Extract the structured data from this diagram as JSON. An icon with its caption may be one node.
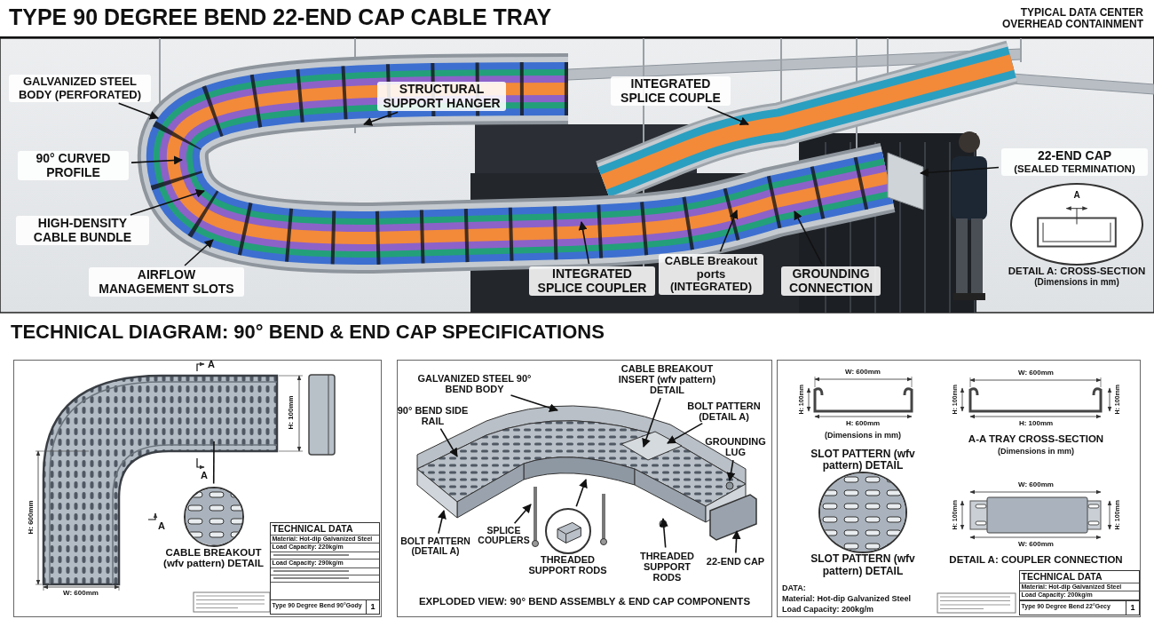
{
  "diagram": {
    "title": "TYPE 90 DEGREE BEND 22-END CAP CABLE TRAY",
    "nodes": [
      {
        "text": [
          "GALVANIZED STEEL BODY (PERFORATED)"
        ]
      },
      {
        "text": [
          "STRUCTURAL SUPPORT HANGER"
        ]
      },
      {
        "text": [
          "INTEGRATED SPLICE COUPLE"
        ]
      },
      {
        "text": [
          "90° CURVED PROFILE"
        ]
      },
      {
        "text": [
          "22-END CAP",
          "(SEALED TERMINATION)"
        ]
      },
      {
        "text": [
          "HIGH-DENSITY CABLE BUNDLE"
        ]
      },
      {
        "text": [
          "AIRFLOW MANAGEMENT SLOTS"
        ]
      },
      {
        "text": [
          "INTEGRATED SPLICE COUPLER"
        ]
      },
      {
        "text": [
          "CABLE Breakout ports (INTEGRATED)"
        ]
      },
      {
        "text": [
          "GROUNDING CONNECTION"
        ]
      },
      {
        "text": [
          "A",
          "DETAIL A: CROSS-SECTION",
          "(Dimensions in mm)"
        ]
      },
      {
        "text": [],
        "shape": "box"
      },
      {
        "text": [
          "CABLE BREAKOUT (wfv pattern) DETAIL"
        ],
        "in": 11
      },
      {
        "text": [
          "TECHNICAL DATA",
          "Material: Hot-dip Galvanized Steel",
          "Load Capacity: 220kg/m",
          "Load Capacity: 290kg/m",
          "Type 90 Degree Bend 90°Gody",
          "1"
        ],
        "in": 11
      },
      {
        "text": [
          "EXPLODED VIEW: 90° BEND ASSEMBLY & END CAP COMPONENTS"
        ]
      },
      {
        "text": [
          "GALVANIZED STEEL 90° BEND BODY"
        ],
        "in": 14
      },
      {
        "text": [
          "CABLE BREAKOUT INSERT (wfv pattern) DETAIL"
        ],
        "in": 14
      },
      {
        "text": [
          "90° BEND SIDE RAIL"
        ],
        "in": 14
      },
      {
        "text": [
          "BOLT PATTERN (DETAIL A)"
        ],
        "in": 14
      },
      {
        "text": [
          "GROUNDING LUG"
        ],
        "in": 14
      },
      {
        "text": [
          "BOLT PATTERN (DETAIL A)"
        ],
        "in": 14
      },
      {
        "text": [
          "SPLICE COUPLERS"
        ],
        "in": 14
      },
      {
        "text": [
          "THREADED SUPPORT RODS"
        ],
        "in": 14
      },
      {
        "text": [
          "THREADED SUPPORT RODS"
        ],
        "in": 14
      },
      {
        "text": [
          "22-END CAP"
        ],
        "in": 14
      },
      {
        "text": [],
        "shape": "box"
      },
      {
        "text": [
          "SLOT PATTERN (wfv pattern) DETAIL",
          "SLOT PATTERN (wfv pattern) DETAIL"
        ],
        "in": 25
      },
      {
        "text": [
          "TECHNICAL DATA",
          "Material: Hot-dip Galvanized Steel",
          "Load Capacity: 200kg/m",
          "Type 90 Degree Bend 22°Gecy",
          "1"
        ],
        "in": 25
      }
    ],
    "edges": [
      {
        "from": 0,
        "to": null,
        "arrow": "to"
      },
      {
        "from": 1,
        "to": null,
        "arrow": "to"
      },
      {
        "from": 2,
        "to": null,
        "arrow": "to"
      },
      {
        "from": 3,
        "to": null,
        "arrow": "to"
      },
      {
        "from": 4,
        "to": null,
        "arrow": "to"
      },
      {
        "from": 5,
        "to": null,
        "arrow": "to"
      },
      {
        "from": 6,
        "to": null,
        "arrow": "to"
      },
      {
        "from": 7,
        "to": null,
        "arrow": "to"
      },
      {
        "from": 8,
        "to": null,
        "arrow": "to"
      },
      {
        "from": 9,
        "to": null,
        "arrow": "to"
      },
      {
        "from": 12,
        "to": null,
        "arrow": "none"
      },
      {
        "from": 15,
        "to": null,
        "arrow": "to"
      },
      {
        "from": 16,
        "to": null,
        "arrow": "to"
      },
      {
        "from": 17,
        "to": null,
        "arrow": "to"
      },
      {
        "from": 18,
        "to": null,
        "arrow": "to"
      },
      {
        "from": 19,
        "to": null,
        "arrow": "to"
      },
      {
        "from": 20,
        "to": null,
        "arrow": "to"
      },
      {
        "from": 21,
        "to": null,
        "arrow": "to"
      },
      {
        "from": 22,
        "to": null,
        "arrow": "to"
      },
      {
        "from": 23,
        "to": null,
        "arrow": "to"
      },
      {
        "from": 24,
        "to": null,
        "arrow": "to"
      }
    ],
    "labels": [
      "TYPICAL DATA CENTER OVERHEAD CONTAINMENT",
      "TECHNICAL DIAGRAM: 90° BEND & END CAP SPECIFICATIONS",
      "A",
      "A",
      "H: 100mm",
      "H: 600mm",
      "A",
      "W: 600mm",
      "W: 600mm",
      "H: 100mm",
      "H: 600mm",
      "(Dimensions in mm)",
      "W: 600mm",
      "H: 100mm",
      "H: 100mm",
      "H: 100mm",
      "A-A TRAY CROSS-SECTION",
      "(Dimensions in mm)",
      "W: 600mm",
      "H: 100mm",
      "H: 100mm",
      "W: 600mm",
      "DETAIL A: COUPLER CONNECTION",
      "DATA:",
      "Material: Hot-dip Galvanized Steel",
      "Load Capacity: 200kg/m"
    ]
  }
}
